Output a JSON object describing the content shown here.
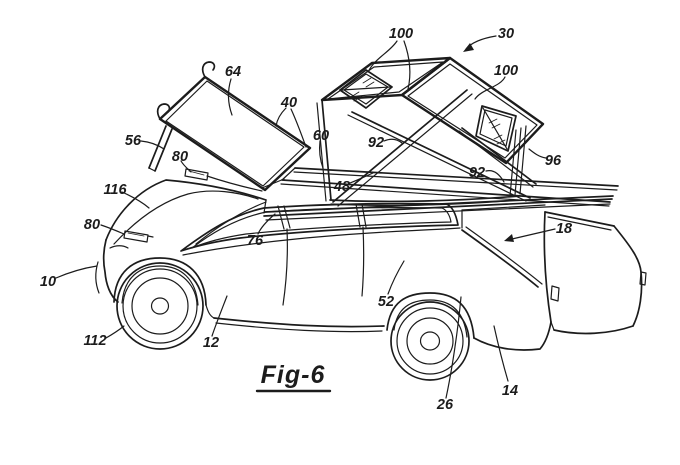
{
  "figure": {
    "caption": "Fig-6"
  },
  "reference_labels": [
    {
      "id": "100-left",
      "text": "100"
    },
    {
      "id": "30",
      "text": "30"
    },
    {
      "id": "100-right",
      "text": "100"
    },
    {
      "id": "64",
      "text": "64"
    },
    {
      "id": "40",
      "text": "40"
    },
    {
      "id": "56",
      "text": "56"
    },
    {
      "id": "80-upper",
      "text": "80"
    },
    {
      "id": "60",
      "text": "60"
    },
    {
      "id": "92-left",
      "text": "92"
    },
    {
      "id": "48",
      "text": "48"
    },
    {
      "id": "92-right",
      "text": "92"
    },
    {
      "id": "96",
      "text": "96"
    },
    {
      "id": "116",
      "text": "116"
    },
    {
      "id": "80-lower",
      "text": "80"
    },
    {
      "id": "76",
      "text": "76"
    },
    {
      "id": "18",
      "text": "18"
    },
    {
      "id": "10",
      "text": "10"
    },
    {
      "id": "52",
      "text": "52"
    },
    {
      "id": "112",
      "text": "112"
    },
    {
      "id": "12",
      "text": "12"
    },
    {
      "id": "26",
      "text": "26"
    },
    {
      "id": "14",
      "text": "14"
    }
  ],
  "colors": {
    "ink": "#1c1c1c",
    "background": "#ffffff"
  }
}
